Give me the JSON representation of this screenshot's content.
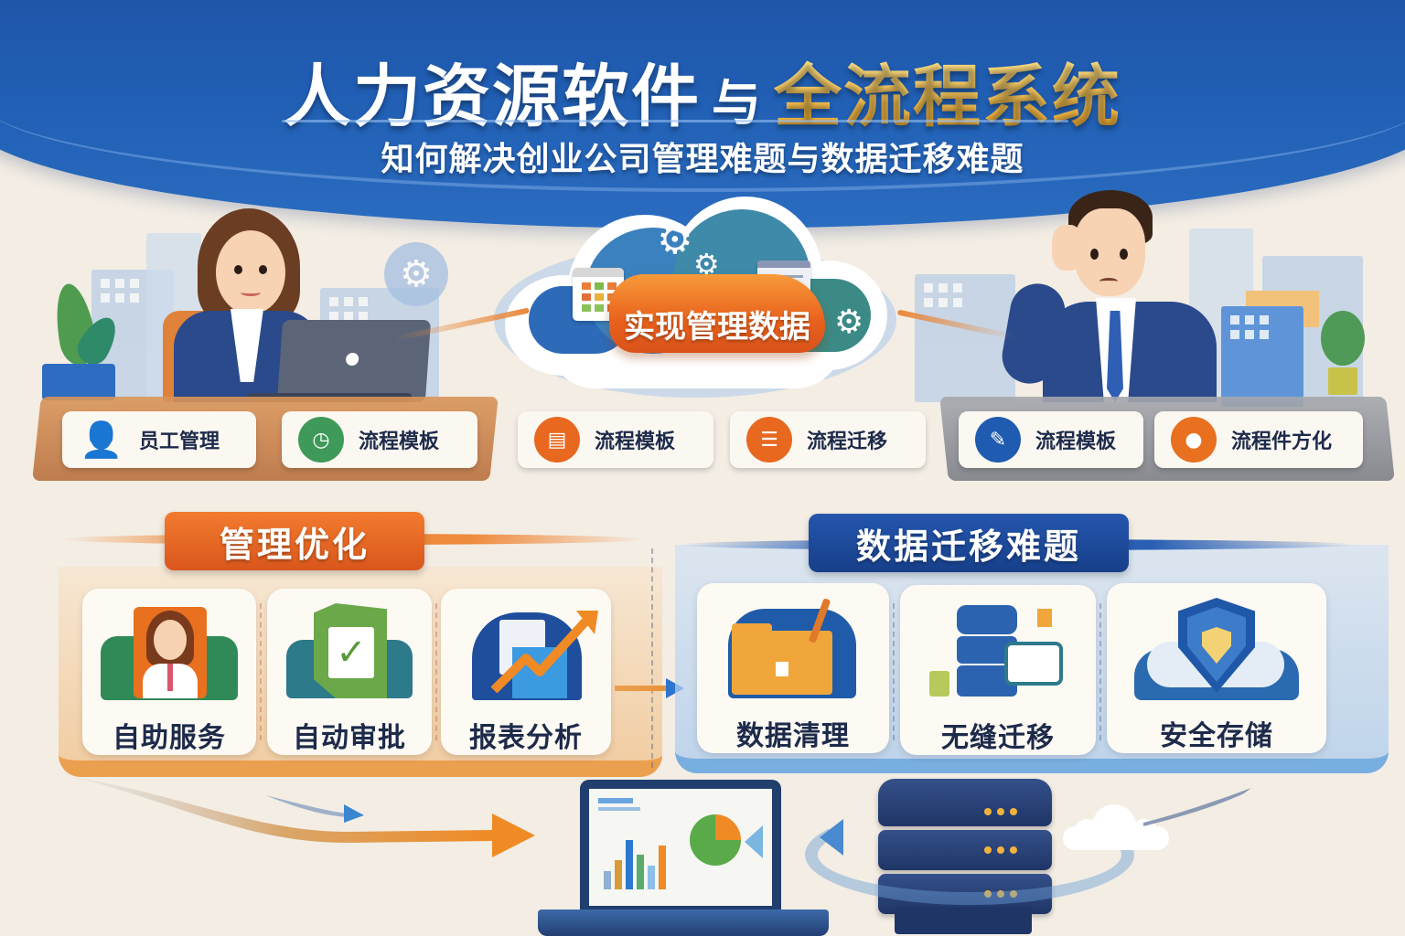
{
  "header": {
    "title_part1": "人力资源软件",
    "title_conj": "与",
    "title_part2": "全流程系统",
    "subtitle": "知何解决创业公司管理难题与数据迁移难题"
  },
  "cloud": {
    "label": "实现管理数据",
    "icons": [
      "calendar-icon",
      "gear-icon",
      "gear-icon",
      "document-window-icon",
      "gear-icon"
    ]
  },
  "feature_pills": [
    {
      "icon": "employee-icon",
      "label": "员工管理",
      "icon_color": "#2f74cf",
      "group": "left"
    },
    {
      "icon": "clock-icon",
      "label": "流程模板",
      "icon_color": "#3f9a5a",
      "group": "left"
    },
    {
      "icon": "form-icon",
      "label": "流程模板",
      "icon_color": "#e8681f",
      "group": "center"
    },
    {
      "icon": "database-icon",
      "label": "流程迁移",
      "icon_color": "#e8681f",
      "group": "center"
    },
    {
      "icon": "tools-icon",
      "label": "流程模板",
      "icon_color": "#1f5bb0",
      "group": "right"
    },
    {
      "icon": "location-pin-icon",
      "label": "流程件方化",
      "icon_color": "#e8701f",
      "group": "right"
    }
  ],
  "sections": {
    "management": {
      "title": "管理优化",
      "color": "#e56a24",
      "cards": [
        {
          "icon": "employee-profile-icon",
          "label": "自助服务"
        },
        {
          "icon": "approval-check-icon",
          "label": "自动审批"
        },
        {
          "icon": "analytics-trend-icon",
          "label": "报表分析"
        }
      ]
    },
    "migration": {
      "title": "数据迁移难题",
      "color": "#1d4b9c",
      "cards": [
        {
          "icon": "folder-cleanup-icon",
          "label": "数据清理"
        },
        {
          "icon": "server-transfer-icon",
          "label": "无缝迁移"
        },
        {
          "icon": "security-shield-icon",
          "label": "安全存储"
        }
      ]
    }
  },
  "bottom": {
    "devices": [
      "laptop-dashboard-icon",
      "server-stack-icon",
      "cloud-icon"
    ]
  },
  "colors": {
    "banner_blue": "#1f56aa",
    "accent_orange": "#e8681f",
    "accent_gold": "#f4b63c",
    "background": "#f3ede4",
    "text_dark": "#1d2a4a"
  }
}
